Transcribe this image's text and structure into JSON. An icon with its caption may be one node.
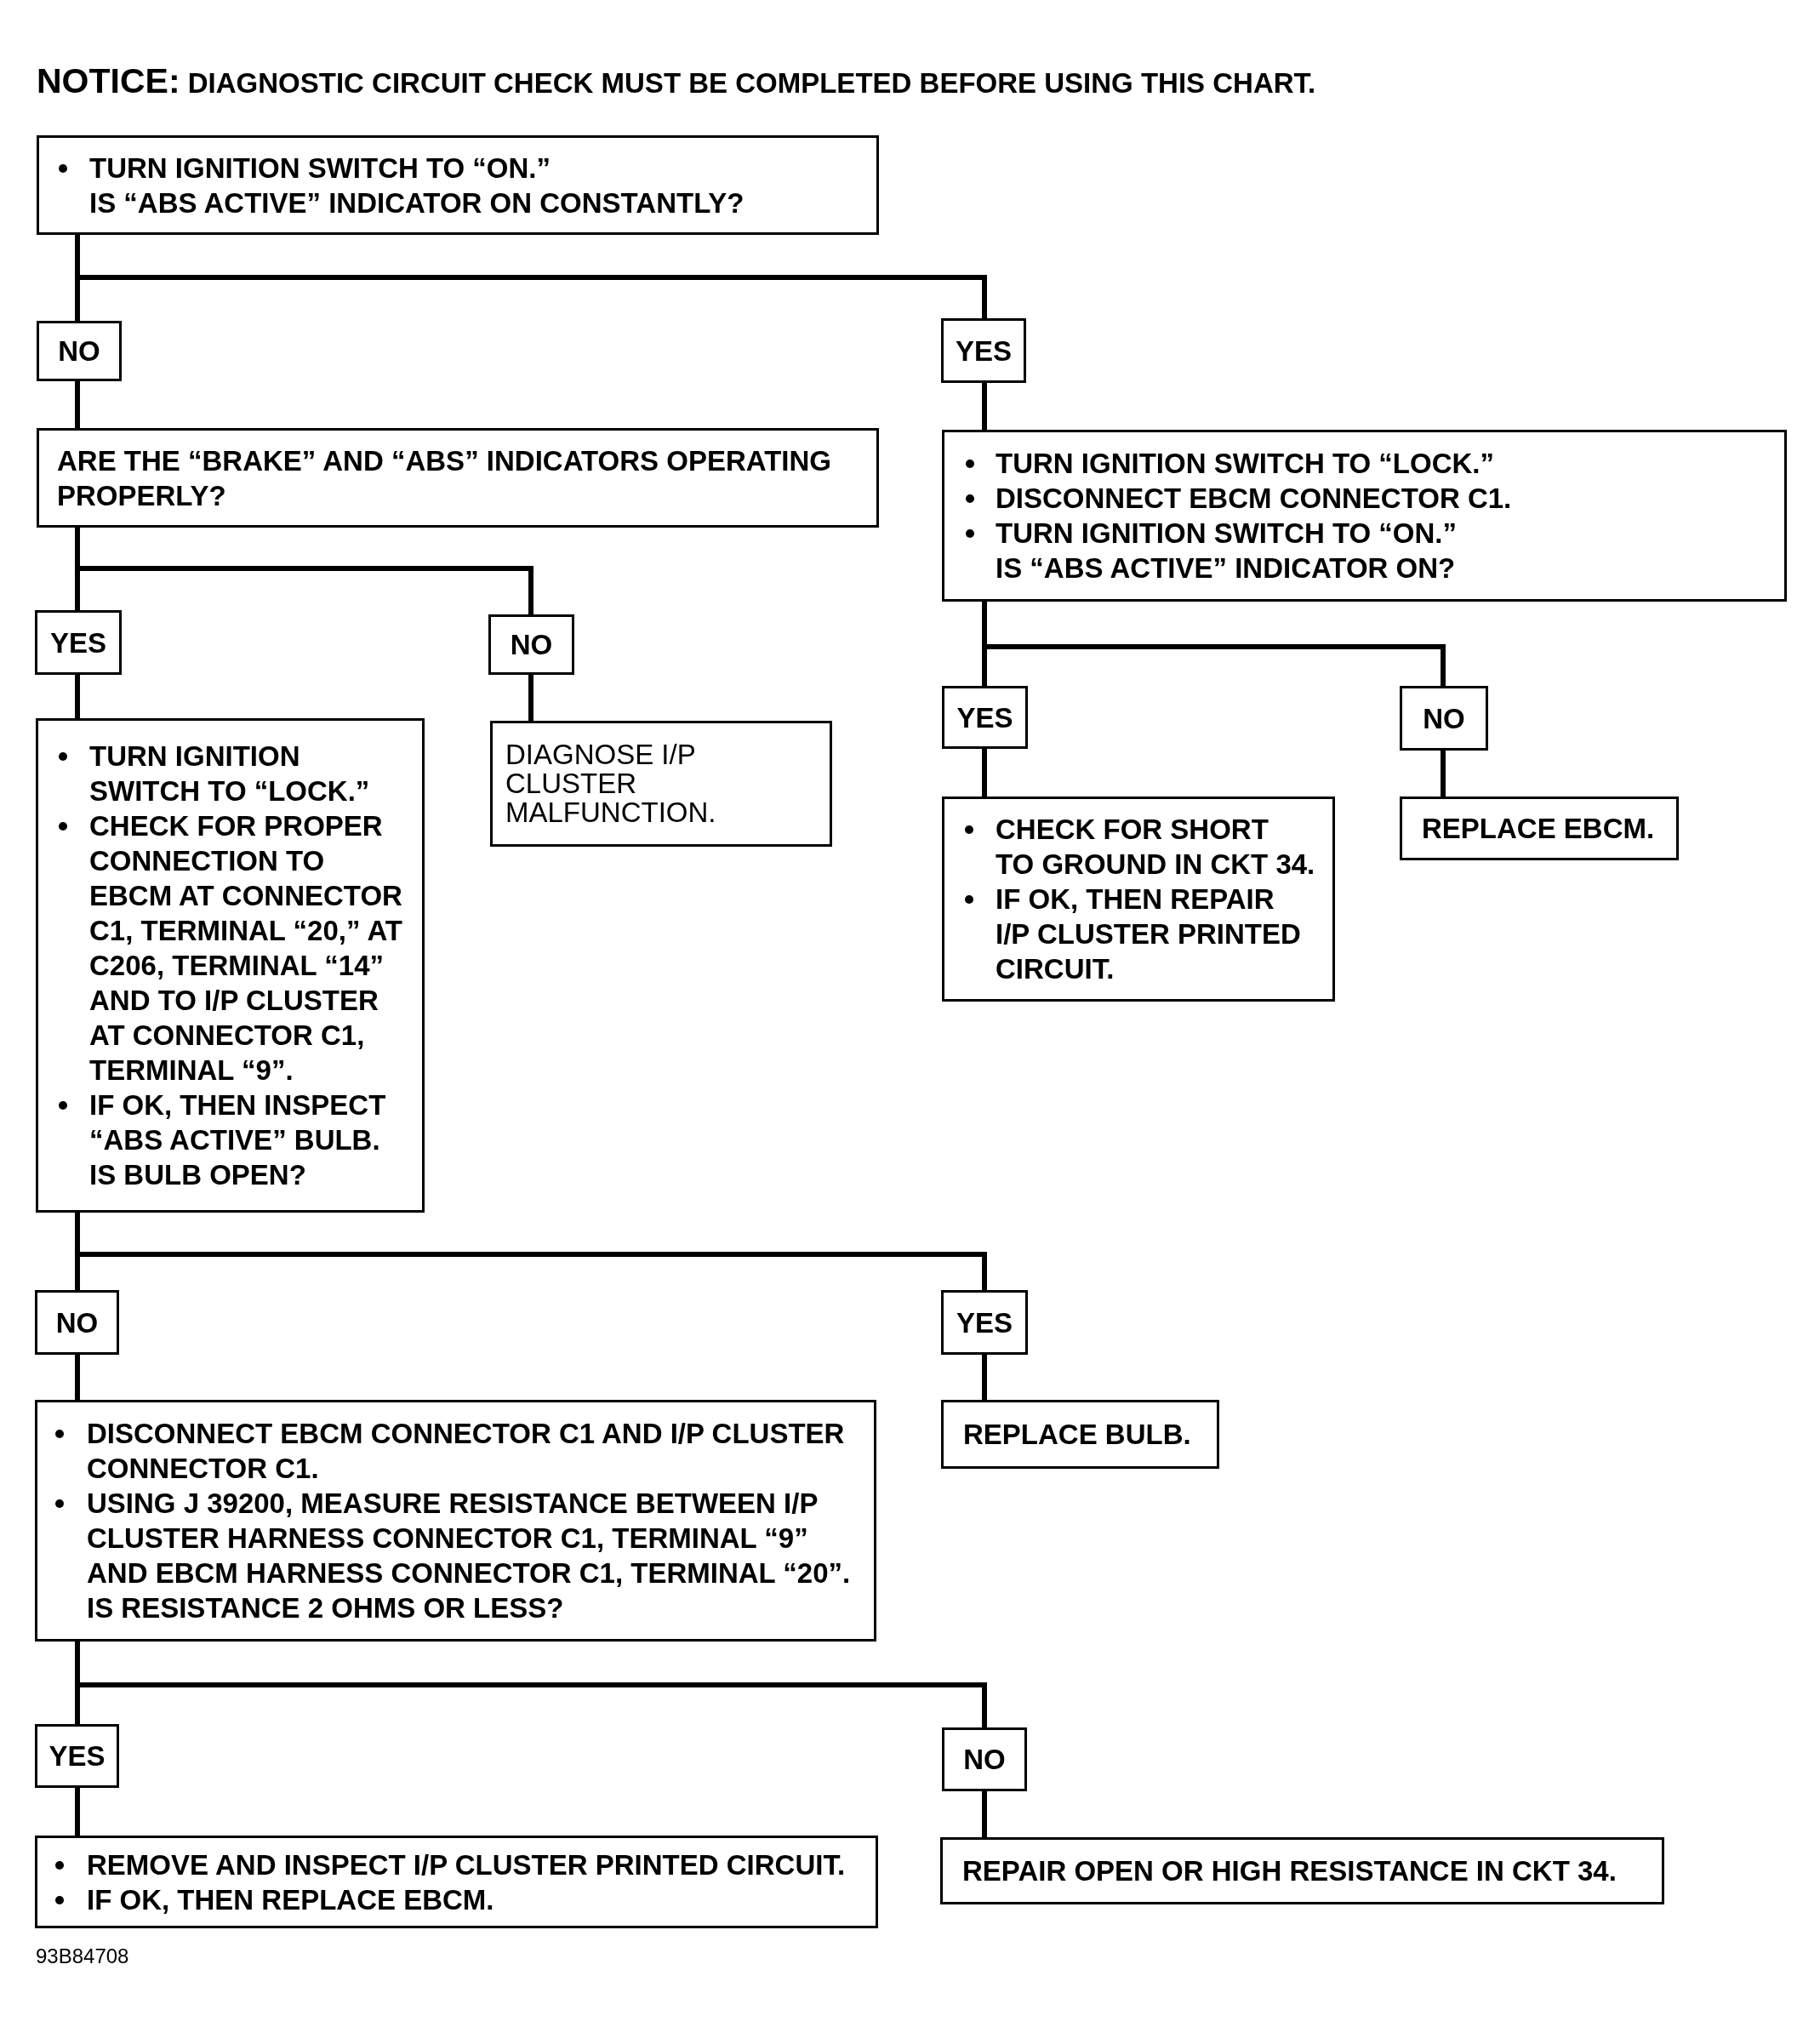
{
  "diagram": {
    "title": "NOTICE: DIAGNOSTIC CIRCUIT CHECK MUST BE COMPLETED BEFORE USING THIS CHART.",
    "nodes": [
      {
        "text": [
          "TURN IGNITION SWITCH TO “ON.”",
          "IS “ABS ACTIVE” INDICATOR ON CONSTANTLY?"
        ]
      },
      {
        "text": [
          "NO"
        ]
      },
      {
        "text": [
          "YES"
        ]
      },
      {
        "text": [
          "ARE THE “BRAKE” AND “ABS” INDICATORS OPERATING PROPERLY?"
        ]
      },
      {
        "text": [
          "TURN IGNITION SWITCH TO “LOCK.”",
          "DISCONNECT EBCM CONNECTOR C1.",
          "TURN IGNITION SWITCH TO “ON.”",
          "IS “ABS ACTIVE” INDICATOR ON?"
        ]
      },
      {
        "text": [
          "YES"
        ]
      },
      {
        "text": [
          "NO"
        ]
      },
      {
        "text": [
          "YES"
        ]
      },
      {
        "text": [
          "NO"
        ]
      },
      {
        "text": [
          "TURN IGNITION SWITCH TO “LOCK.”",
          "CHECK FOR PROPER CONNECTION TO EBCM AT CONNECTOR C1, TERMINAL “20,” AT C206, TERMINAL “14” AND TO I/P CLUSTER AT CONNECTOR C1, TERMINAL “9”.",
          "IF OK, THEN INSPECT “ABS ACTIVE” BULB.",
          "IS BULB OPEN?"
        ]
      },
      {
        "text": [
          "DIAGNOSE I/P CLUSTER MALFUNCTION."
        ]
      },
      {
        "text": [
          "CHECK FOR SHORT TO GROUND IN CKT 34.",
          "IF OK, THEN REPAIR I/P CLUSTER PRINTED CIRCUIT."
        ]
      },
      {
        "text": [
          "REPLACE EBCM."
        ]
      },
      {
        "text": [
          "NO"
        ]
      },
      {
        "text": [
          "YES"
        ]
      },
      {
        "text": [
          "DISCONNECT EBCM CONNECTOR C1 AND I/P CLUSTER CONNECTOR C1.",
          "USING J 39200, MEASURE RESISTANCE BETWEEN I/P CLUSTER HARNESS CONNECTOR C1, TERMINAL “9” AND EBCM HARNESS CONNECTOR C1, TERMINAL “20”.",
          "IS RESISTANCE 2 OHMS OR LESS?"
        ]
      },
      {
        "text": [
          "REPLACE BULB."
        ]
      },
      {
        "text": [
          "YES"
        ]
      },
      {
        "text": [
          "NO"
        ]
      },
      {
        "text": [
          "REMOVE AND INSPECT I/P CLUSTER PRINTED CIRCUIT.",
          "IF OK, THEN REPLACE EBCM."
        ]
      },
      {
        "text": [
          "REPAIR OPEN OR HIGH RESISTANCE IN CKT 34."
        ]
      }
    ],
    "edges": [
      {
        "from": 0,
        "to": 1,
        "arrow": "none"
      },
      {
        "from": 0,
        "to": 2,
        "arrow": "none"
      },
      {
        "from": 1,
        "to": 3,
        "arrow": "none"
      },
      {
        "from": 2,
        "to": 4,
        "arrow": "none"
      },
      {
        "from": 3,
        "to": 5,
        "arrow": "none"
      },
      {
        "from": 3,
        "to": 6,
        "arrow": "none"
      },
      {
        "from": 4,
        "to": 7,
        "arrow": "none"
      },
      {
        "from": 4,
        "to": 8,
        "arrow": "none"
      },
      {
        "from": 5,
        "to": 9,
        "arrow": "none"
      },
      {
        "from": 6,
        "to": 10,
        "arrow": "none"
      },
      {
        "from": 7,
        "to": 11,
        "arrow": "none"
      },
      {
        "from": 8,
        "to": 12,
        "arrow": "none"
      },
      {
        "from": 9,
        "to": 13,
        "arrow": "none"
      },
      {
        "from": 9,
        "to": 14,
        "arrow": "none"
      },
      {
        "from": 13,
        "to": 15,
        "arrow": "none"
      },
      {
        "from": 14,
        "to": 16,
        "arrow": "none"
      },
      {
        "from": 15,
        "to": 17,
        "arrow": "none"
      },
      {
        "from": 15,
        "to": 18,
        "arrow": "none"
      },
      {
        "from": 17,
        "to": 19,
        "arrow": "none"
      },
      {
        "from": 18,
        "to": 20,
        "arrow": "none"
      }
    ],
    "labels": [
      "93B84708"
    ]
  }
}
